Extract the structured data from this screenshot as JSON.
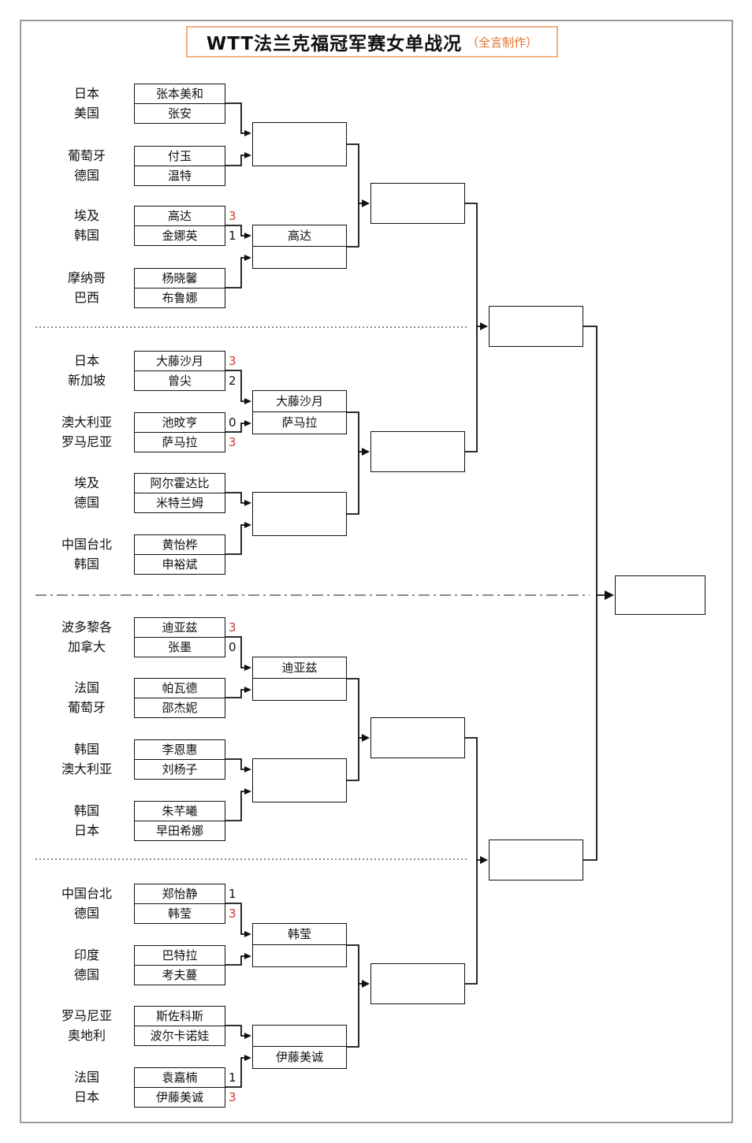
{
  "title": {
    "main": "WTT法兰克福冠军赛女单战况",
    "credit": "（全言制作）"
  },
  "colors": {
    "title_border": "#f0b083",
    "credit_text": "#e2702c",
    "win_score": "#cb3a2f",
    "line": "#111111"
  },
  "sections": [
    {
      "matches": [
        {
          "p1": {
            "country": "日本",
            "name": "张本美和"
          },
          "p2": {
            "country": "美国",
            "name": "张安"
          }
        },
        {
          "p1": {
            "country": "葡萄牙",
            "name": "付玉"
          },
          "p2": {
            "country": "德国",
            "name": "温特"
          }
        },
        {
          "p1": {
            "country": "埃及",
            "name": "高达",
            "score": "3"
          },
          "p2": {
            "country": "韩国",
            "name": "金娜英",
            "score": "1"
          }
        },
        {
          "p1": {
            "country": "摩纳哥",
            "name": "杨晓馨"
          },
          "p2": {
            "country": "巴西",
            "name": "布鲁娜"
          }
        }
      ],
      "r16": [
        {
          "top": "",
          "bottom": ""
        },
        {
          "top": "高达",
          "bottom": ""
        }
      ]
    },
    {
      "matches": [
        {
          "p1": {
            "country": "日本",
            "name": "大藤沙月",
            "score": "3"
          },
          "p2": {
            "country": "新加坡",
            "name": "曾尖",
            "score": "2"
          }
        },
        {
          "p1": {
            "country": "澳大利亚",
            "name": "池旼亨",
            "score": "0"
          },
          "p2": {
            "country": "罗马尼亚",
            "name": "萨马拉",
            "score": "3"
          }
        },
        {
          "p1": {
            "country": "埃及",
            "name": "阿尔霍达比"
          },
          "p2": {
            "country": "德国",
            "name": "米特兰姆"
          }
        },
        {
          "p1": {
            "country": "中国台北",
            "name": "黄怡桦"
          },
          "p2": {
            "country": "韩国",
            "name": "申裕斌"
          }
        }
      ],
      "r16": [
        {
          "top": "大藤沙月",
          "bottom": "萨马拉"
        },
        {
          "top": "",
          "bottom": ""
        }
      ]
    },
    {
      "matches": [
        {
          "p1": {
            "country": "波多黎各",
            "name": "迪亚兹",
            "score": "3"
          },
          "p2": {
            "country": "加拿大",
            "name": "张墨",
            "score": "0"
          }
        },
        {
          "p1": {
            "country": "法国",
            "name": "帕瓦德"
          },
          "p2": {
            "country": "葡萄牙",
            "name": "邵杰妮"
          }
        },
        {
          "p1": {
            "country": "韩国",
            "name": "李恩惠"
          },
          "p2": {
            "country": "澳大利亚",
            "name": "刘杨子"
          }
        },
        {
          "p1": {
            "country": "韩国",
            "name": "朱芊曦"
          },
          "p2": {
            "country": "日本",
            "name": "早田希娜"
          }
        }
      ],
      "r16": [
        {
          "top": "迪亚兹",
          "bottom": ""
        },
        {
          "top": "",
          "bottom": ""
        }
      ]
    },
    {
      "matches": [
        {
          "p1": {
            "country": "中国台北",
            "name": "郑怡静",
            "score": "1"
          },
          "p2": {
            "country": "德国",
            "name": "韩莹",
            "score": "3"
          }
        },
        {
          "p1": {
            "country": "印度",
            "name": "巴特拉"
          },
          "p2": {
            "country": "德国",
            "name": "考夫蔓"
          }
        },
        {
          "p1": {
            "country": "罗马尼亚",
            "name": "斯佐科斯"
          },
          "p2": {
            "country": "奥地利",
            "name": "波尔卡诺娃"
          }
        },
        {
          "p1": {
            "country": "法国",
            "name": "袁嘉楠",
            "score": "1"
          },
          "p2": {
            "country": "日本",
            "name": "伊藤美诚",
            "score": "3"
          }
        }
      ],
      "r16": [
        {
          "top": "韩莹",
          "bottom": ""
        },
        {
          "top": "",
          "bottom": "伊藤美诚"
        }
      ]
    }
  ]
}
